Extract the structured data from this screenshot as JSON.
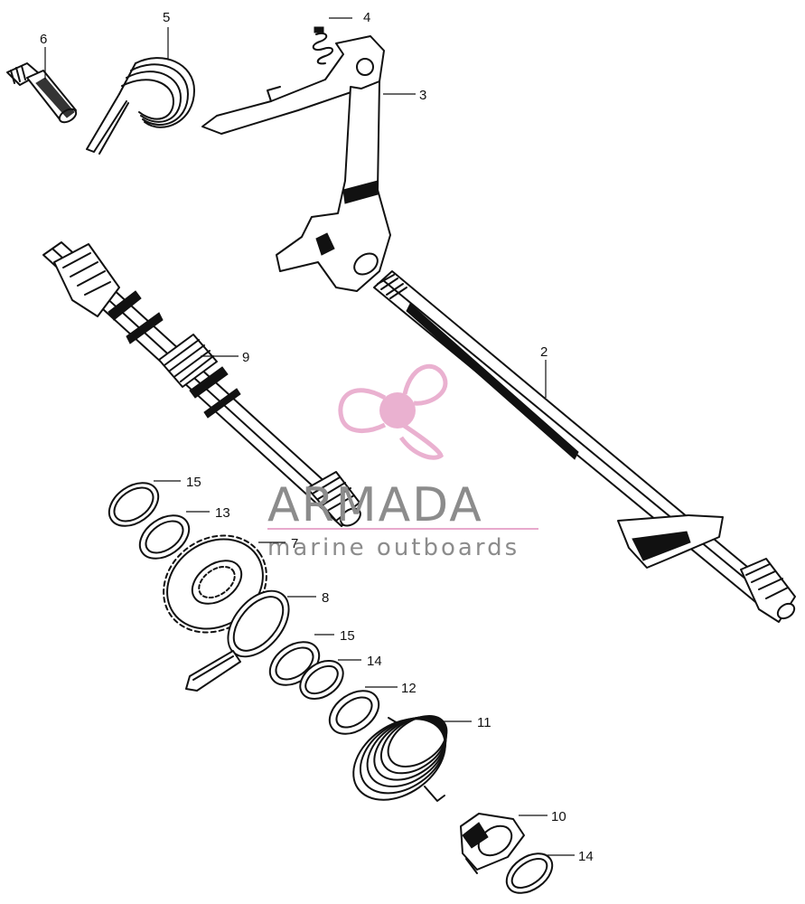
{
  "watermark": {
    "brand": "ARMADA",
    "tagline": "marine outboards",
    "accent_color": "#e8a9cc",
    "text_color": "#8c8c8c",
    "icon": "propeller-icon"
  },
  "callouts": {
    "c2": "2",
    "c3": "3",
    "c4": "4",
    "c5": "5",
    "c6": "6",
    "c7": "7",
    "c8": "8",
    "c9": "9",
    "c10": "10",
    "c11": "11",
    "c12": "12",
    "c13": "13",
    "c14a": "14",
    "c14b": "14",
    "c15a": "15",
    "c15b": "15"
  }
}
